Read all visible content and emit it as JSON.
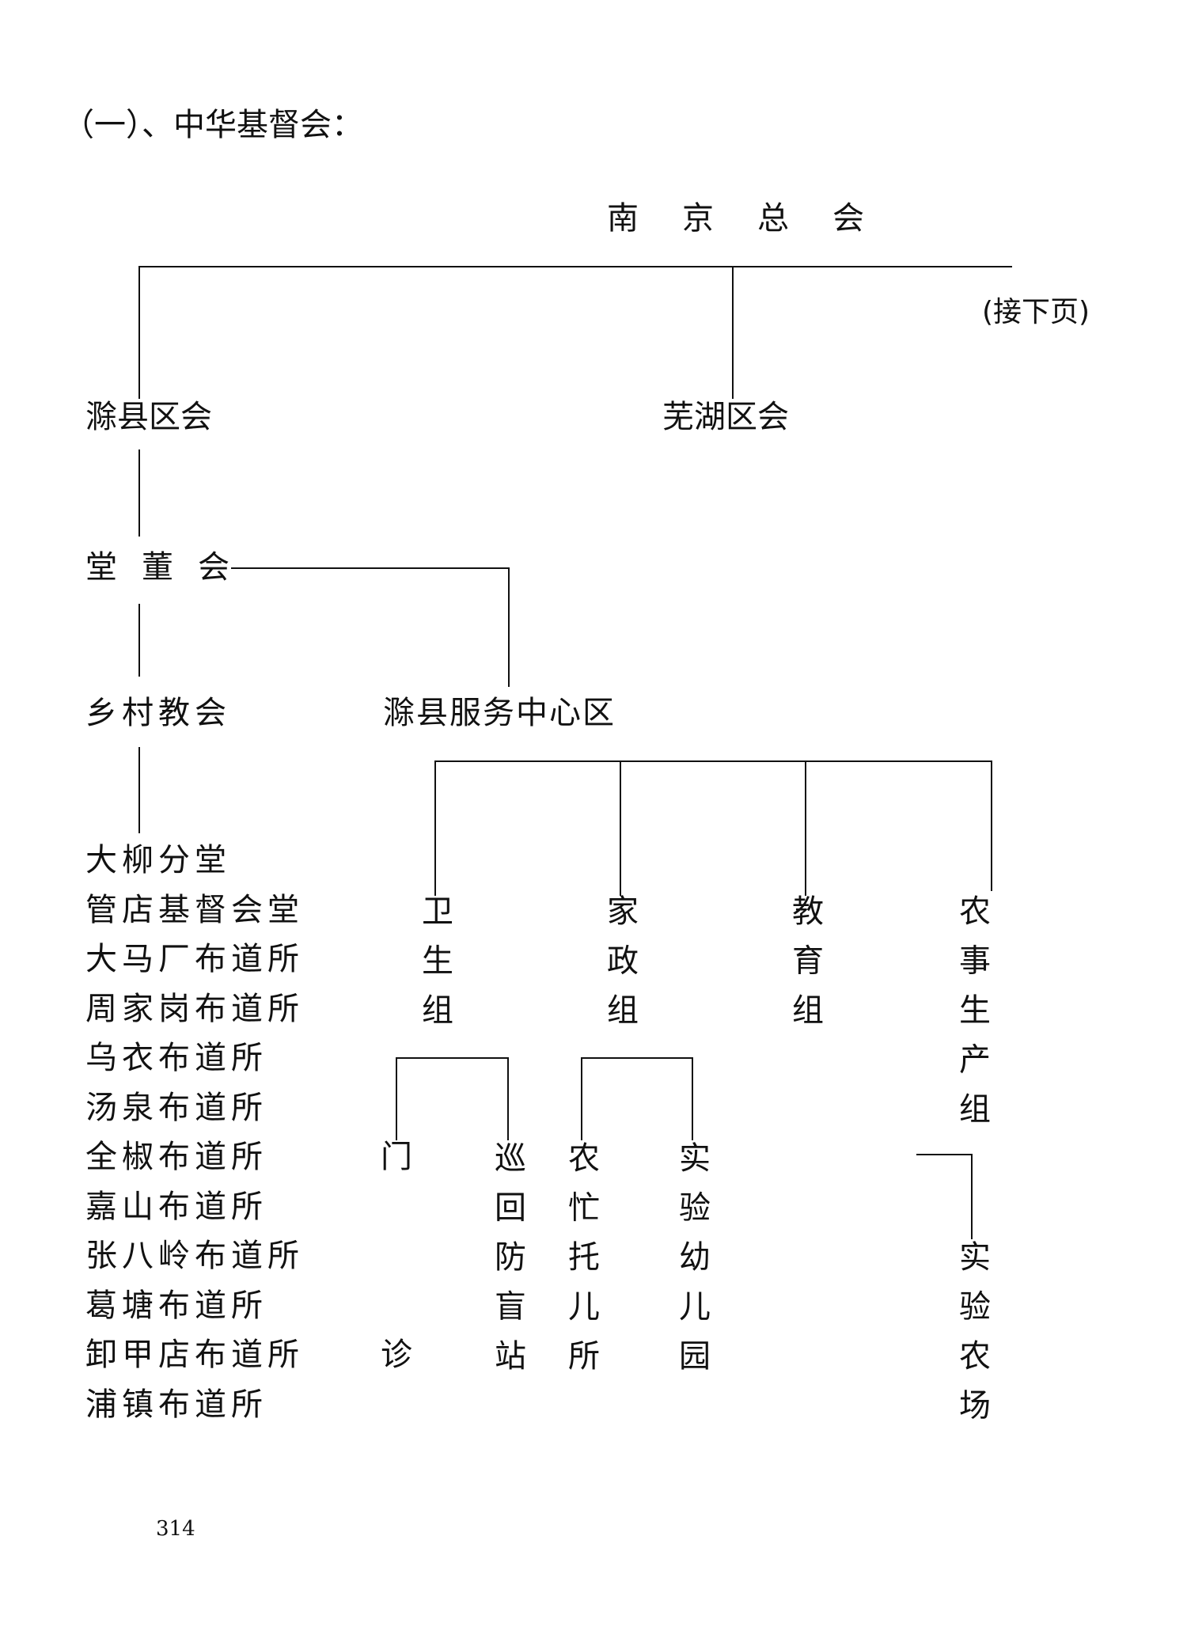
{
  "title": "（一）、中华基督会：",
  "headquarters": "南京总会",
  "continued_note": "(接下页)",
  "regions": [
    "滁县区会",
    "芜湖区会"
  ],
  "church_council": "堂董会",
  "rural_churches": "乡村教会",
  "service_center": "滁县服务中心区",
  "churches": [
    "大柳分堂",
    "管店基督会堂",
    "大马厂布道所",
    "周家岗布道所",
    "乌衣布道所",
    "汤泉布道所",
    "全椒布道所",
    "嘉山布道所",
    "张八岭布道所",
    "葛塘布道所",
    "卸甲店布道所",
    "浦镇布道所"
  ],
  "groups": {
    "health": "卫生组",
    "home": "家政组",
    "education": "教育组",
    "agriculture": "农事生产组"
  },
  "units": {
    "clinic": "门诊",
    "clinic_top": "门",
    "clinic_bottom": "诊",
    "blindness_station": "巡回防盲站",
    "nursery": "农忙托儿所",
    "kindergarten": "实验幼儿园",
    "farm": "实验农场"
  },
  "page_number": "314"
}
